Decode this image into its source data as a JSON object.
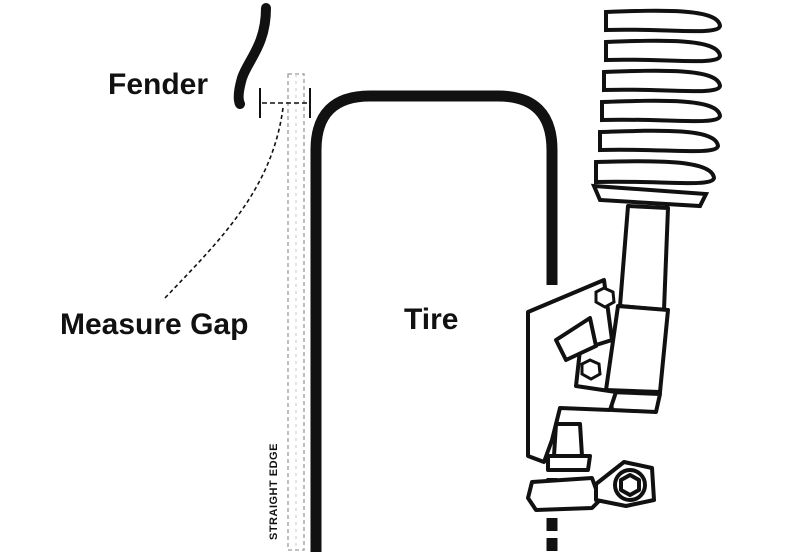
{
  "labels": {
    "fender": "Fender",
    "measure_gap": "Measure Gap",
    "tire": "Tire",
    "straight_edge": "STRAIGHT EDGE"
  },
  "colors": {
    "ink": "#111111",
    "background": "#ffffff",
    "straight_edge_stroke": "#9a9a9a"
  }
}
